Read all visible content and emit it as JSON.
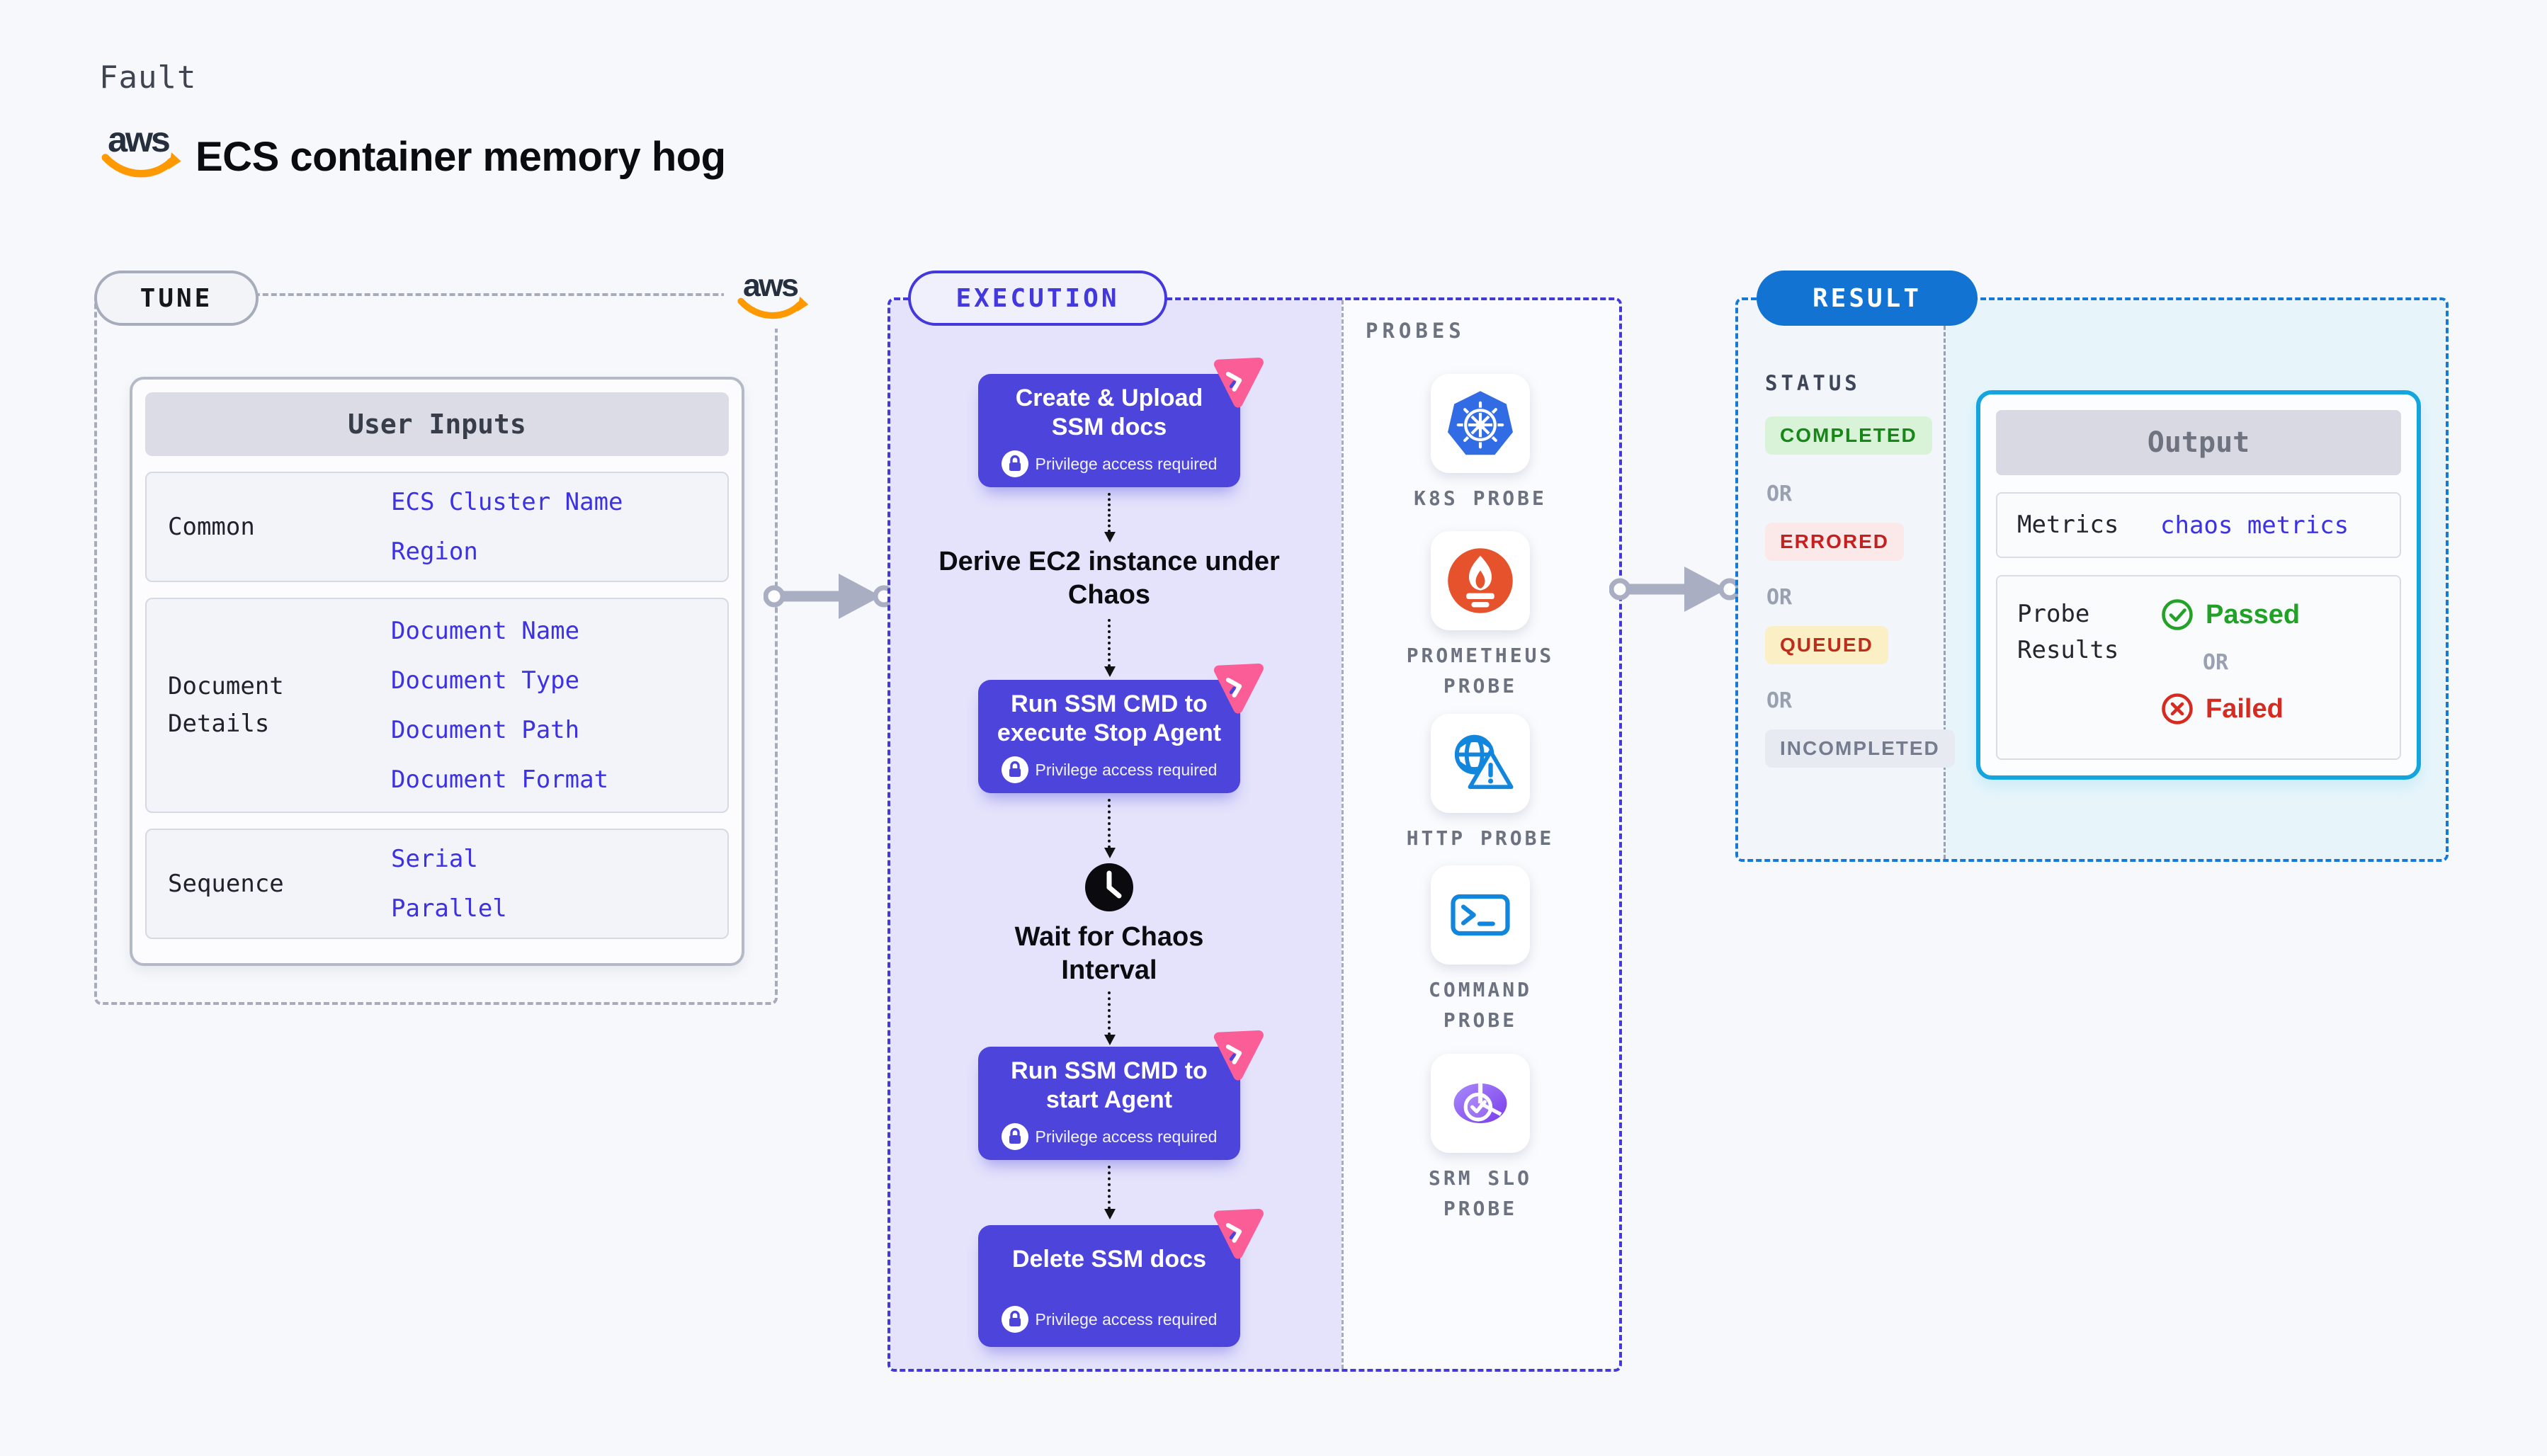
{
  "header": {
    "eyebrow": "Fault",
    "title": "ECS container memory hog",
    "logo_text": "aws"
  },
  "tune": {
    "badge": "TUNE",
    "table": {
      "header": "User Inputs",
      "rows": [
        {
          "label": "Common",
          "values": [
            "ECS Cluster Name",
            "Region"
          ]
        },
        {
          "label": "Document Details",
          "values": [
            "Document Name",
            "Document Type",
            "Document Path",
            "Document Format"
          ]
        },
        {
          "label": "Sequence",
          "values": [
            "Serial",
            "Parallel"
          ]
        }
      ]
    }
  },
  "execution": {
    "badge": "EXECUTION",
    "steps": [
      {
        "type": "card",
        "title": "Create & Upload SSM docs",
        "note": "Privilege access required"
      },
      {
        "type": "text",
        "title": "Derive EC2 instance under Chaos"
      },
      {
        "type": "card",
        "title": "Run SSM CMD to execute Stop Agent",
        "note": "Privilege access required"
      },
      {
        "type": "wait",
        "title": "Wait for Chaos Interval"
      },
      {
        "type": "card",
        "title": "Run SSM CMD to start Agent",
        "note": "Privilege access required"
      },
      {
        "type": "card",
        "title": "Delete SSM docs",
        "note": "Privilege access required"
      }
    ]
  },
  "probes": {
    "heading": "PROBES",
    "items": [
      {
        "name": "K8S PROBE",
        "icon": "kubernetes-icon"
      },
      {
        "name": "PROMETHEUS PROBE",
        "icon": "prometheus-icon"
      },
      {
        "name": "HTTP PROBE",
        "icon": "http-globe-warning-icon"
      },
      {
        "name": "COMMAND PROBE",
        "icon": "terminal-icon"
      },
      {
        "name": "SRM SLO PROBE",
        "icon": "slo-pie-check-icon"
      }
    ]
  },
  "result": {
    "badge": "RESULT",
    "status": {
      "heading": "STATUS",
      "separator": "OR",
      "items": [
        {
          "label": "COMPLETED",
          "color": "#178717",
          "bg": "#D9F3D9"
        },
        {
          "label": "ERRORED",
          "color": "#C51F1F",
          "bg": "#FBE8E8"
        },
        {
          "label": "QUEUED",
          "color": "#BE2C1A",
          "bg": "#FAEFC5"
        },
        {
          "label": "INCOMPLETED",
          "color": "#757C90",
          "bg": "#E8EAF1"
        }
      ]
    },
    "output": {
      "header": "Output",
      "metrics_label": "Metrics",
      "metrics_value": "chaos metrics",
      "probe_results_label": "Probe Results",
      "passed": "Passed",
      "or": "OR",
      "failed": "Failed"
    }
  },
  "colors": {
    "accent_indigo": "#4D44DC",
    "accent_pink": "#FB5E96",
    "result_blue": "#1273D2",
    "output_border_cyan": "#14A5DE",
    "link_indigo": "#3D31E4",
    "kubernetes_blue": "#326CE5",
    "prometheus_orange": "#E6522C",
    "probe_blue": "#1285DC",
    "slo_purple": "#7A3BEA"
  }
}
